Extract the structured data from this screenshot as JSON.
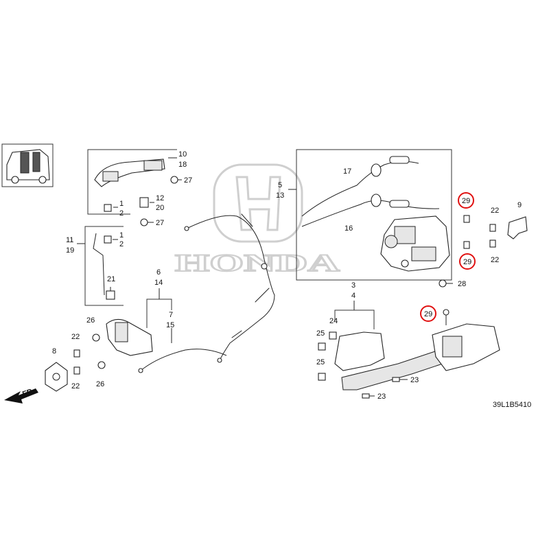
{
  "diagram_code": "39L1B5410",
  "direction_label": "FR.",
  "watermark": "HONDA",
  "highlight_color": "#e01010",
  "callouts": {
    "c10": "10",
    "c18": "18",
    "c27a": "27",
    "c1a": "1",
    "c2a": "2",
    "c12": "12",
    "c20": "20",
    "c27b": "27",
    "c11": "11",
    "c19": "19",
    "c1b": "1",
    "c2b": "2",
    "c21": "21",
    "c6": "6",
    "c14": "14",
    "c7": "7",
    "c15": "15",
    "c26a": "26",
    "c22a": "22",
    "c8": "8",
    "c22b": "22",
    "c26b": "26",
    "c5": "5",
    "c13": "13",
    "c17": "17",
    "c16": "16",
    "c29a": "29",
    "c29b": "29",
    "c22c": "22",
    "c9": "9",
    "c22d": "22",
    "c28": "28",
    "c3": "3",
    "c4": "4",
    "c24": "24",
    "c25a": "25",
    "c25b": "25",
    "c29c": "29",
    "c23a": "23",
    "c23b": "23"
  }
}
